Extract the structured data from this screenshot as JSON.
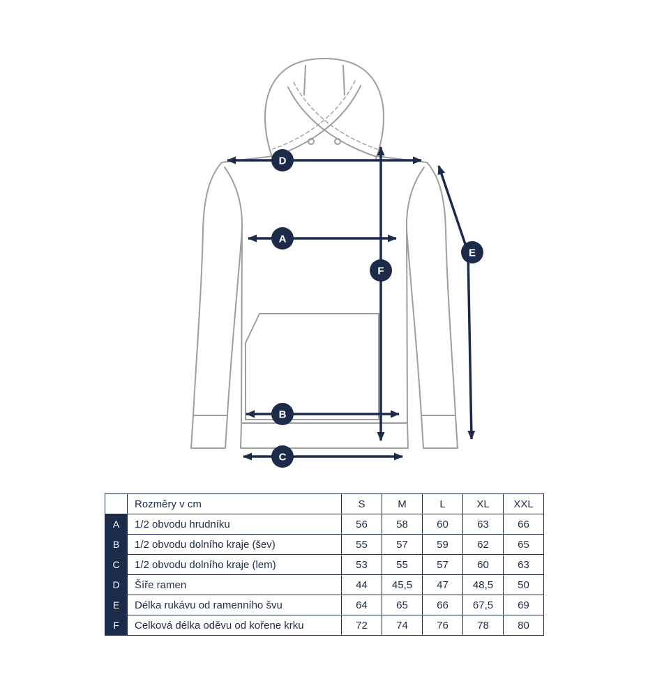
{
  "colors": {
    "navy": "#1c2b4a",
    "outline": "#9e9e9e",
    "background": "#ffffff"
  },
  "diagram": {
    "description": "hoodie-measurement-diagram",
    "badges": {
      "A": "A",
      "B": "B",
      "C": "C",
      "D": "D",
      "E": "E",
      "F": "F"
    }
  },
  "table": {
    "header_label": "Rozměry v cm",
    "sizes": [
      "S",
      "M",
      "L",
      "XL",
      "XXL"
    ],
    "rows": [
      {
        "letter": "A",
        "label": "1/2 obvodu hrudníku",
        "values": [
          "56",
          "58",
          "60",
          "63",
          "66"
        ]
      },
      {
        "letter": "B",
        "label": "1/2 obvodu dolního kraje (šev)",
        "values": [
          "55",
          "57",
          "59",
          "62",
          "65"
        ]
      },
      {
        "letter": "C",
        "label": "1/2 obvodu dolního kraje (lem)",
        "values": [
          "53",
          "55",
          "57",
          "60",
          "63"
        ]
      },
      {
        "letter": "D",
        "label": "Šíře ramen",
        "values": [
          "44",
          "45,5",
          "47",
          "48,5",
          "50"
        ]
      },
      {
        "letter": "E",
        "label": "Délka rukávu od ramenního švu",
        "values": [
          "64",
          "65",
          "66",
          "67,5",
          "69"
        ]
      },
      {
        "letter": "F",
        "label": "Celková délka oděvu od kořene krku",
        "values": [
          "72",
          "74",
          "76",
          "78",
          "80"
        ]
      }
    ]
  }
}
